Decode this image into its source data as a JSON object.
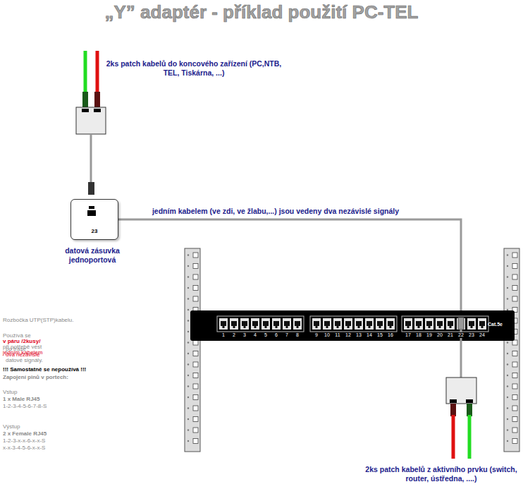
{
  "diagram": {
    "title": "„Y” adaptér - příklad použití PC-TEL",
    "nodes": [
      {
        "text": [
          "23",
          "datová zásuvka jednoportová"
        ]
      },
      {
        "text": [
          "Cat.5e"
        ]
      }
    ],
    "edges": [
      {
        "from": 0,
        "to": 1,
        "arrow": "none",
        "label": "jedním kabelem (ve zdi, ve žlabu,...) jsou vedeny dva nezávislé signály"
      }
    ],
    "labels": [
      "2ks patch kabelů do koncového zařízení (PC,NTB, TEL, Tiskárna, ...)",
      "Rozbočka UTP(STP)kabelu.",
      "Používá se",
      "v páru  /2kusy/",
      "při potřebě vést",
      "jedním kabelem",
      "po trase",
      "dva nezávislé",
      "datové signály.",
      "!!! Samostatně se nepoužívá !!!",
      "Zapojení pinů v portech:",
      "Vstup",
      "1 x Male RJ45",
      "1-2-3-4-5-6-7-8-S",
      "Výstup",
      "2 x Female RJ45",
      "1-2-3-x-x-6-x-x-S",
      "x-x-3-4-5-6-x-x-S",
      "1",
      "2",
      "3",
      "4",
      "5",
      "6",
      "7",
      "8",
      "9",
      "10",
      "11",
      "12",
      "13",
      "14",
      "15",
      "16",
      "17",
      "18",
      "19",
      "20",
      "21",
      "22",
      "23",
      "24",
      "2ks patch kabelů z aktivního prvku (switch, router, ústředna, ....)"
    ]
  }
}
